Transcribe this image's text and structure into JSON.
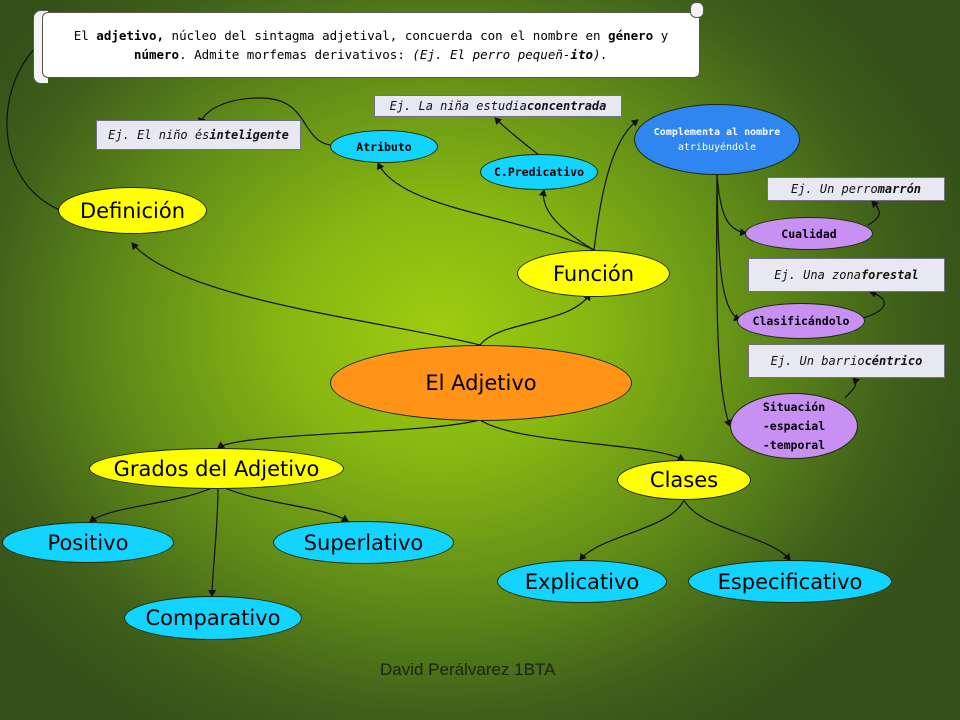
{
  "definition_box": {
    "line1_a": "El ",
    "line1_b": "adjetivo,",
    "line1_c": " núcleo del sintagma adjetival, concuerda con el nombre en ",
    "line1_d": "género",
    "line1_e": " y",
    "line2_a": "número",
    "line2_b": ". Admite morfemas derivativos: ",
    "line2_c": "(Ej. El perro pequeñ-",
    "line2_d": "ito",
    "line2_e": ")."
  },
  "nodes": {
    "center": "El Adjetivo",
    "definicion": "Definición",
    "funcion": "Función",
    "atributo": "Atributo",
    "predicativo": "C.Predicativo",
    "complementa_1": "Complementa al nombre",
    "complementa_2": "atribuyéndole",
    "cualidad": "Cualidad",
    "clasificandolo": "Clasificándolo",
    "situacion_1": "Situación",
    "situacion_2": "-espacial",
    "situacion_3": "-temporal",
    "grados": "Grados del Adjetivo",
    "positivo": "Positivo",
    "comparativo": "Comparativo",
    "superlativo": "Superlativo",
    "clases": "Clases",
    "explicativo": "Explicativo",
    "especificativo": "Especificativo"
  },
  "examples": {
    "inteligente_a": "Ej. El niño és ",
    "inteligente_b": "inteligente",
    "concentrada_a": "Ej. La niña estudia ",
    "concentrada_b": "concentrada",
    "marron_a": "Ej. Un perro ",
    "marron_b": "marrón",
    "forestal_a": "Ej. Una zona ",
    "forestal_b": "forestal",
    "centrico_a": "Ej. Un barrio ",
    "centrico_b": "céntrico"
  },
  "footer": "David Perálvarez 1BTA",
  "colors": {
    "yellow": "#ffff00",
    "cyan": "#13d4ff",
    "orange": "#ff9419",
    "blue": "#2f86f0",
    "violet": "#c890f2",
    "example_box": "#e8e8f2"
  }
}
